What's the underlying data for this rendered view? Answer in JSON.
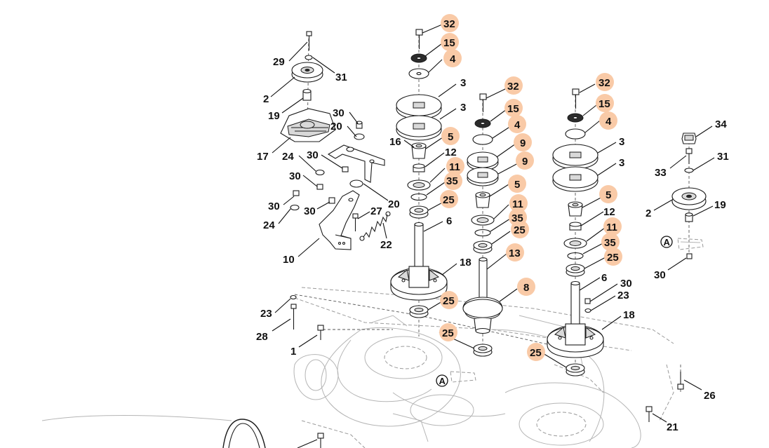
{
  "labels": {
    "l29": "29",
    "l31a": "31",
    "l2a": "2",
    "l19a": "19",
    "l17": "17",
    "l30a": "30",
    "l20a": "20",
    "l24a": "24",
    "l30b": "30",
    "l30c": "30",
    "l30d": "30",
    "l30e": "30",
    "l20b": "20",
    "l27": "27",
    "l24b": "24",
    "l22": "22",
    "l10": "10",
    "l32a": "32",
    "l15a": "15",
    "l4a": "4",
    "l3a": "3",
    "l3b": "3",
    "l16": "16",
    "l5a": "5",
    "l12a": "12",
    "l11a": "11",
    "l35a": "35",
    "l25a": "25",
    "l6a": "6",
    "l18a": "18",
    "l25b": "25",
    "l25c": "25",
    "l32b": "32",
    "l15b": "15",
    "l4b": "4",
    "l9a": "9",
    "l9b": "9",
    "l5b": "5",
    "l11b": "11",
    "l35b": "35",
    "l25d": "25",
    "l13": "13",
    "l8": "8",
    "l25e": "25",
    "l32c": "32",
    "l15c": "15",
    "l4c": "4",
    "l3c": "3",
    "l3d": "3",
    "l5c": "5",
    "l12b": "12",
    "l11c": "11",
    "l35c": "35",
    "l25f": "25",
    "l6b": "6",
    "l30f": "30",
    "l23b": "23",
    "l18b": "18",
    "l34": "34",
    "l31b": "31",
    "l33": "33",
    "l2b": "2",
    "l19b": "19",
    "l30g": "30",
    "l23a": "23",
    "l28": "28",
    "l1": "1",
    "l26": "26",
    "l21": "21"
  },
  "reference_markers": {
    "refA1": "A",
    "refA2": "A"
  },
  "highlight_color": "#f9caa7"
}
